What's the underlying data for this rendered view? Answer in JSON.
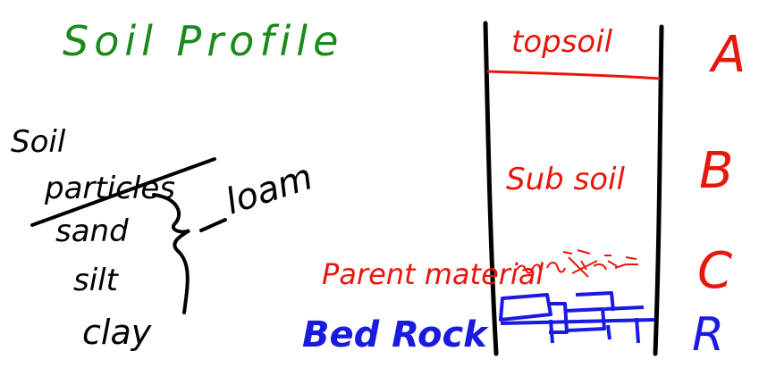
{
  "title": {
    "text": "Soil Profile",
    "color": "#1a8a1a"
  },
  "particles": {
    "heading": "Soil particles",
    "items": [
      "sand",
      "silt",
      "clay"
    ],
    "result": "loam",
    "color": "#000000"
  },
  "horizons": [
    {
      "label": "topsoil",
      "letter": "A",
      "color": "#e8160c"
    },
    {
      "label": "Sub soil",
      "letter": "B",
      "color": "#e8160c"
    },
    {
      "label": "Parent material",
      "letter": "C",
      "color": "#e8160c"
    },
    {
      "label": "Bed Rock",
      "letter": "R",
      "color": "#1a1ae0"
    }
  ]
}
